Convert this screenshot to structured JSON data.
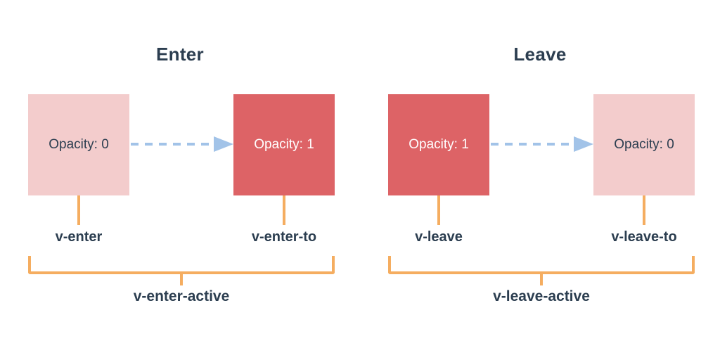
{
  "colors": {
    "text_navy": "#2c3e50",
    "box_pink": "#f3cccc",
    "box_red": "#dd6366",
    "arrow_blue": "#a2c3e8",
    "bracket_orange": "#f5ad60",
    "box_text_light": "#ffffff",
    "page_bg": "#ffffff"
  },
  "panels": [
    {
      "title": "Enter",
      "from_box": {
        "label": "Opacity: 0",
        "style": "faded"
      },
      "to_box": {
        "label": "Opacity: 1",
        "style": "solid"
      },
      "from_class_label": "v-enter",
      "to_class_label": "v-enter-to",
      "active_class_label": "v-enter-active"
    },
    {
      "title": "Leave",
      "from_box": {
        "label": "Opacity: 1",
        "style": "solid"
      },
      "to_box": {
        "label": "Opacity: 0",
        "style": "faded"
      },
      "from_class_label": "v-leave",
      "to_class_label": "v-leave-to",
      "active_class_label": "v-leave-active"
    }
  ]
}
